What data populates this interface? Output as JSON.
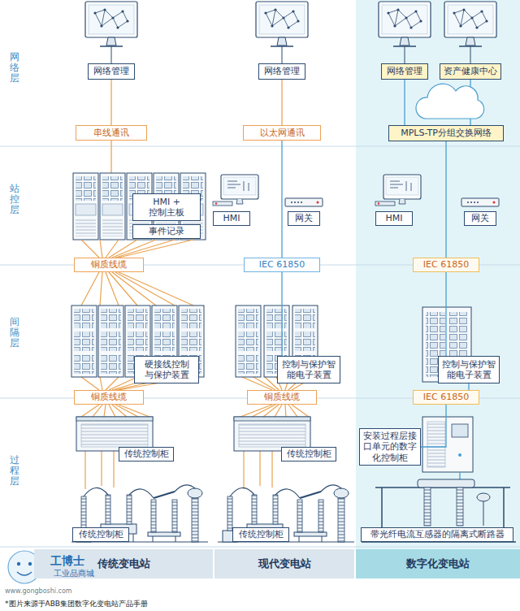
{
  "diagram": {
    "caption": "*图片来源于ABB集团数字化变电站产品手册",
    "nodes": [
      {
        "text": [
          "网络管理"
        ]
      },
      {
        "text": [
          "网络管理"
        ]
      },
      {
        "text": [
          "网络管理"
        ]
      },
      {
        "text": [
          "资产健康中心"
        ]
      },
      {
        "text": [
          "串线通讯"
        ]
      },
      {
        "text": [
          "以太网通讯"
        ]
      },
      {
        "text": [
          "MPLS-TP分组交换网络"
        ]
      },
      {
        "text": [
          "HMI + 控制主板"
        ]
      },
      {
        "text": [
          "事件记录"
        ]
      },
      {
        "text": [
          "HMI"
        ]
      },
      {
        "text": [
          "网关"
        ]
      },
      {
        "text": [
          "HMI"
        ]
      },
      {
        "text": [
          "网关"
        ]
      },
      {
        "text": [
          "铜质线缆"
        ]
      },
      {
        "text": [
          "IEC 61850"
        ]
      },
      {
        "text": [
          "IEC 61850"
        ]
      },
      {
        "text": [
          "硬接线控制与保护装置"
        ]
      },
      {
        "text": [
          "控制与保护智能电子装置"
        ]
      },
      {
        "text": [
          "控制与保护智能电子装置"
        ]
      },
      {
        "text": [
          "铜质线缆"
        ]
      },
      {
        "text": [
          "铜质线缆"
        ]
      },
      {
        "text": [
          "IEC 61850"
        ]
      },
      {
        "text": [
          "传统控制柜"
        ]
      },
      {
        "text": [
          "传统控制柜"
        ]
      },
      {
        "text": [
          "安装过程层接口单元的数字化控制柜"
        ]
      },
      {
        "text": [
          "传统控制柜"
        ]
      },
      {
        "text": [
          "传统控制柜"
        ]
      },
      {
        "text": [
          "带光纤电流互感器的隔离式断路器"
        ]
      },
      {
        "text": [
          "传统变电站"
        ]
      },
      {
        "text": [
          "现代变电站"
        ]
      },
      {
        "text": [
          "数字化变电站"
        ]
      }
    ],
    "edges": [
      {
        "from": 0,
        "to": 4,
        "arrow": "none"
      },
      {
        "from": 1,
        "to": 5,
        "arrow": "none"
      },
      {
        "from": 5,
        "to": 14,
        "arrow": "none"
      },
      {
        "from": 14,
        "to": 17,
        "arrow": "none"
      },
      {
        "from": 2,
        "to": 6,
        "arrow": "none"
      },
      {
        "from": 3,
        "to": 6,
        "arrow": "none"
      },
      {
        "from": 6,
        "to": 15,
        "arrow": "none"
      },
      {
        "from": 15,
        "to": 18,
        "arrow": "none"
      },
      {
        "from": 18,
        "to": 21,
        "arrow": "none"
      },
      {
        "from": 21,
        "to": 24,
        "arrow": "none"
      }
    ],
    "labels": [
      "网络层",
      "站控层",
      "间隔层",
      "过程层",
      "工博士",
      "工业品商城",
      "www.gongboshi.com"
    ]
  }
}
